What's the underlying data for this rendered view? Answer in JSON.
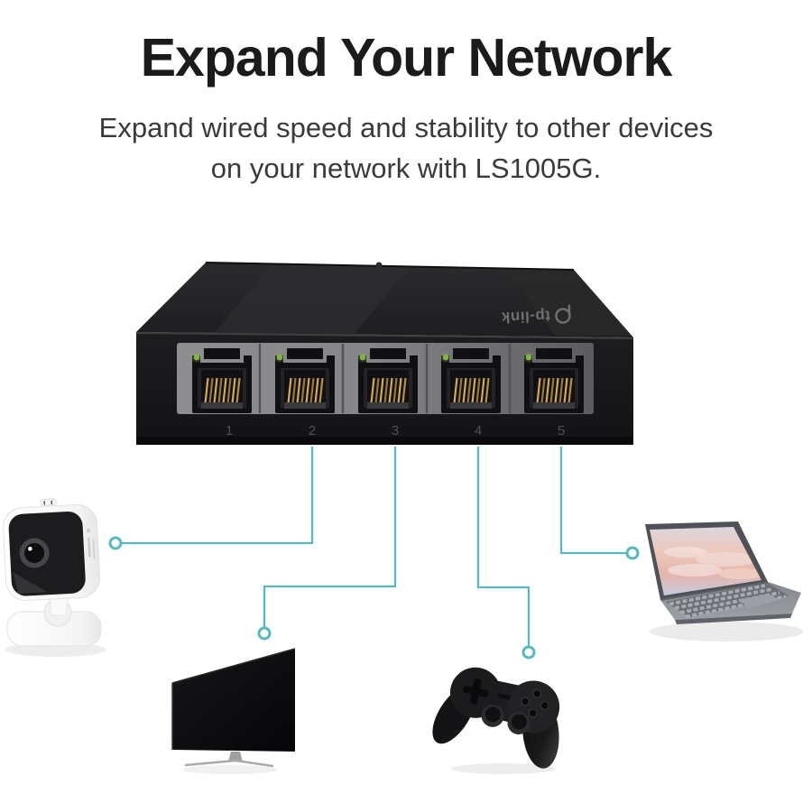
{
  "header": {
    "title": "Expand Your Network",
    "subtitle_line1": "Expand wired speed and stability to other devices",
    "subtitle_line2": "on your network with LS1005G."
  },
  "switch": {
    "brand": "tp-link",
    "model_shown_in_text": "LS1005G",
    "port_labels": [
      "1",
      "2",
      "3",
      "4",
      "5"
    ],
    "port_led_icon": "green-link-led"
  },
  "connections": [
    {
      "port": "2",
      "device_icon": "security-camera-icon"
    },
    {
      "port": "3",
      "device_icon": "tv-icon"
    },
    {
      "port": "4",
      "device_icon": "game-controller-icon"
    },
    {
      "port": "5",
      "device_icon": "laptop-icon"
    }
  ],
  "colors": {
    "accent_teal": "#57b8be",
    "led_green": "#84b544",
    "pin_gold": "#c9a24a",
    "title_text": "#1b1b1b",
    "body_text": "#3a3a3a",
    "switch_body": "#1c1c1e"
  }
}
